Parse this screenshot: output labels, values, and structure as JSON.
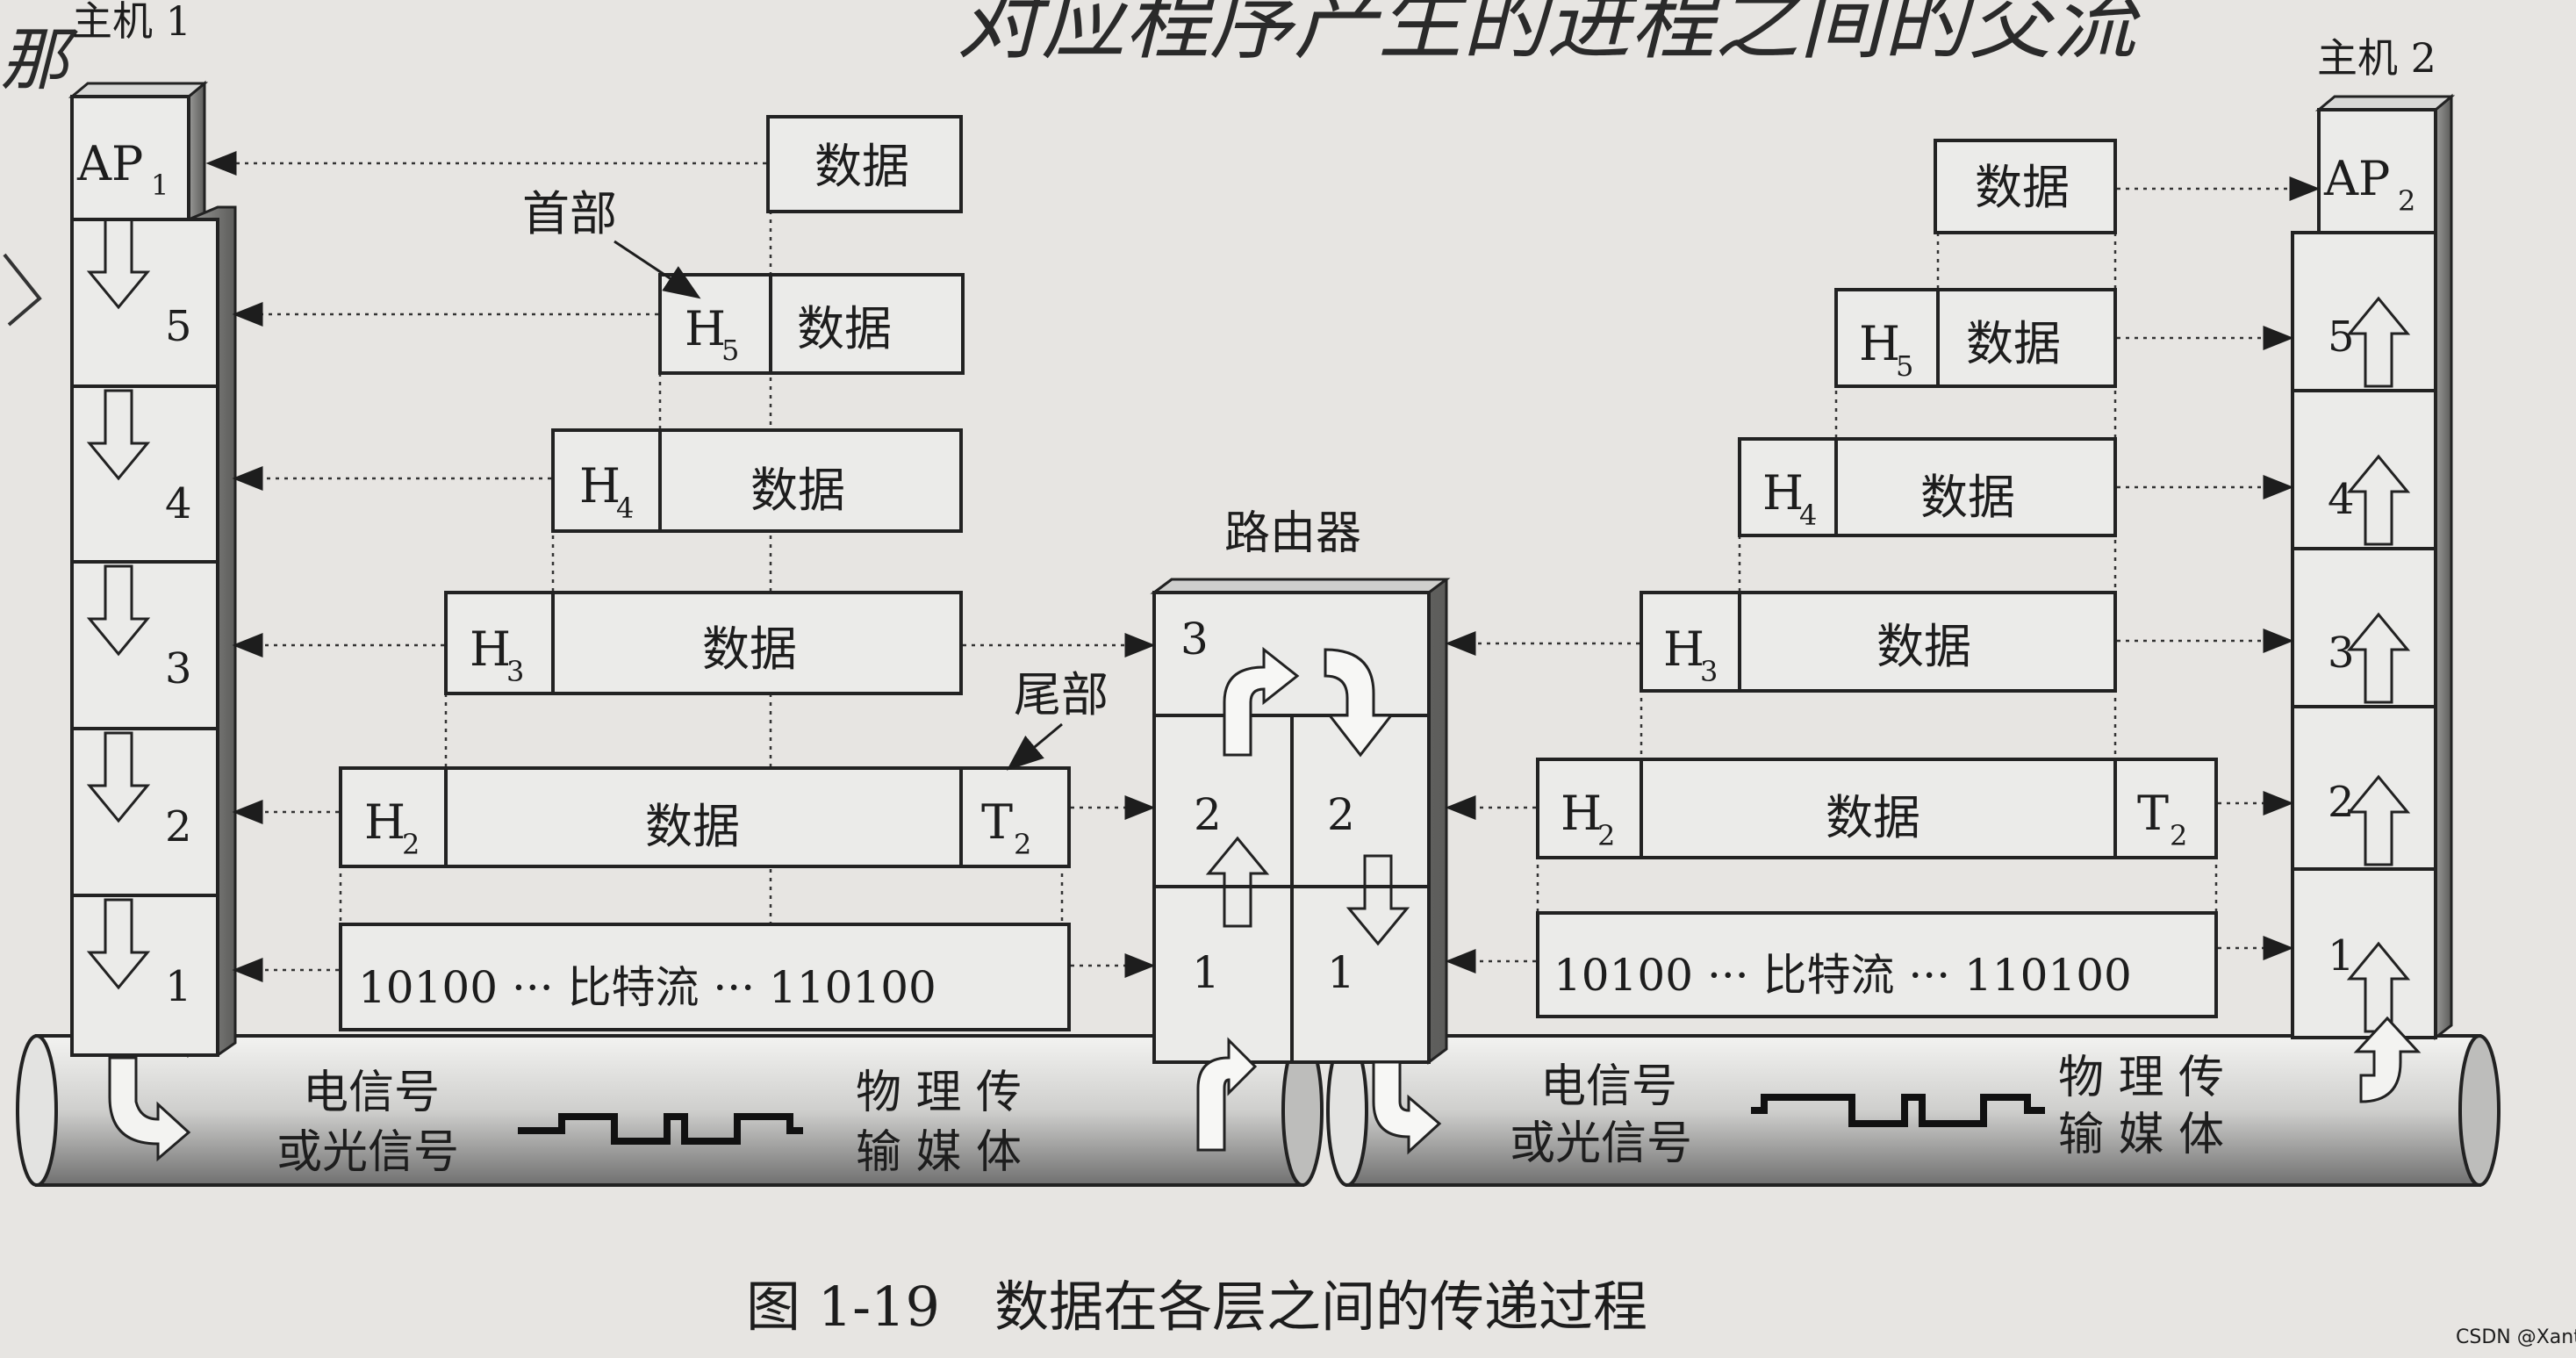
{
  "handwritten": {
    "title": "对应程序产生的进程之间的交流",
    "left_char": "那"
  },
  "host1": {
    "label": "主机 1",
    "ap_label": "AP",
    "ap_sub": "1",
    "layers": [
      "5",
      "4",
      "3",
      "2",
      "1"
    ]
  },
  "host2": {
    "label": "主机 2",
    "ap_label": "AP",
    "ap_sub": "2",
    "layers": [
      "5",
      "4",
      "3",
      "2",
      "1"
    ]
  },
  "router": {
    "label": "路由器",
    "layer3": "3",
    "layer2_left": "2",
    "layer2_right": "2",
    "layer1_left": "1",
    "layer1_right": "1"
  },
  "annotations": {
    "header": "首部",
    "trailer": "尾部"
  },
  "packets": {
    "data": "数据",
    "h": "H",
    "t": "T",
    "s5": "5",
    "s4": "4",
    "s3": "3",
    "s2": "2",
    "bitstream": "10100 ··· 比特流 ··· 110100"
  },
  "medium": {
    "signal_line1": "电信号",
    "signal_line2": "或光信号",
    "medium_line1": "物 理 传",
    "medium_line2": "输 媒 体"
  },
  "caption": "图 1-19　数据在各层之间的传递过程",
  "watermark": "CSDN @Xant."
}
